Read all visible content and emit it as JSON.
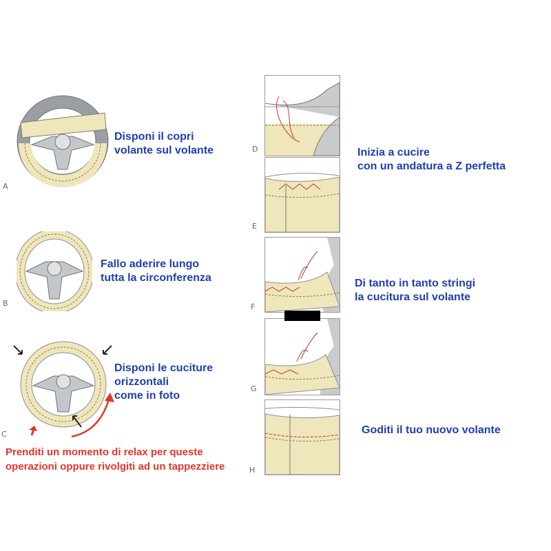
{
  "colors": {
    "caption_blue": "#1f3fb0",
    "note_red": "#e2362b",
    "cover_beige": "#efe6bb",
    "wheel_gray": "#9b9fa3",
    "hub_gray": "#c4c7ca"
  },
  "steps": [
    {
      "letter": "A",
      "caption": "Disponi il copri\nvolante sul volante"
    },
    {
      "letter": "B",
      "caption": "Fallo aderire lungo\ntutta la circonferenza"
    },
    {
      "letter": "C",
      "caption": "Disponi le cuciture\norizzontali\ncome in foto"
    }
  ],
  "panels": [
    {
      "letter": "D"
    },
    {
      "letter": "E"
    },
    {
      "letter": "F"
    },
    {
      "letter": "G"
    },
    {
      "letter": "H"
    }
  ],
  "right_captions": [
    "Inizia a cucire\ncon un andatura a Z perfetta",
    "Di tanto in tanto stringi\nla cucitura sul volante",
    "Goditi il tuo nuovo volante"
  ],
  "note": "Prenditi un momento di relax per queste\noperazioni oppure rivolgiti ad un tappezziere"
}
